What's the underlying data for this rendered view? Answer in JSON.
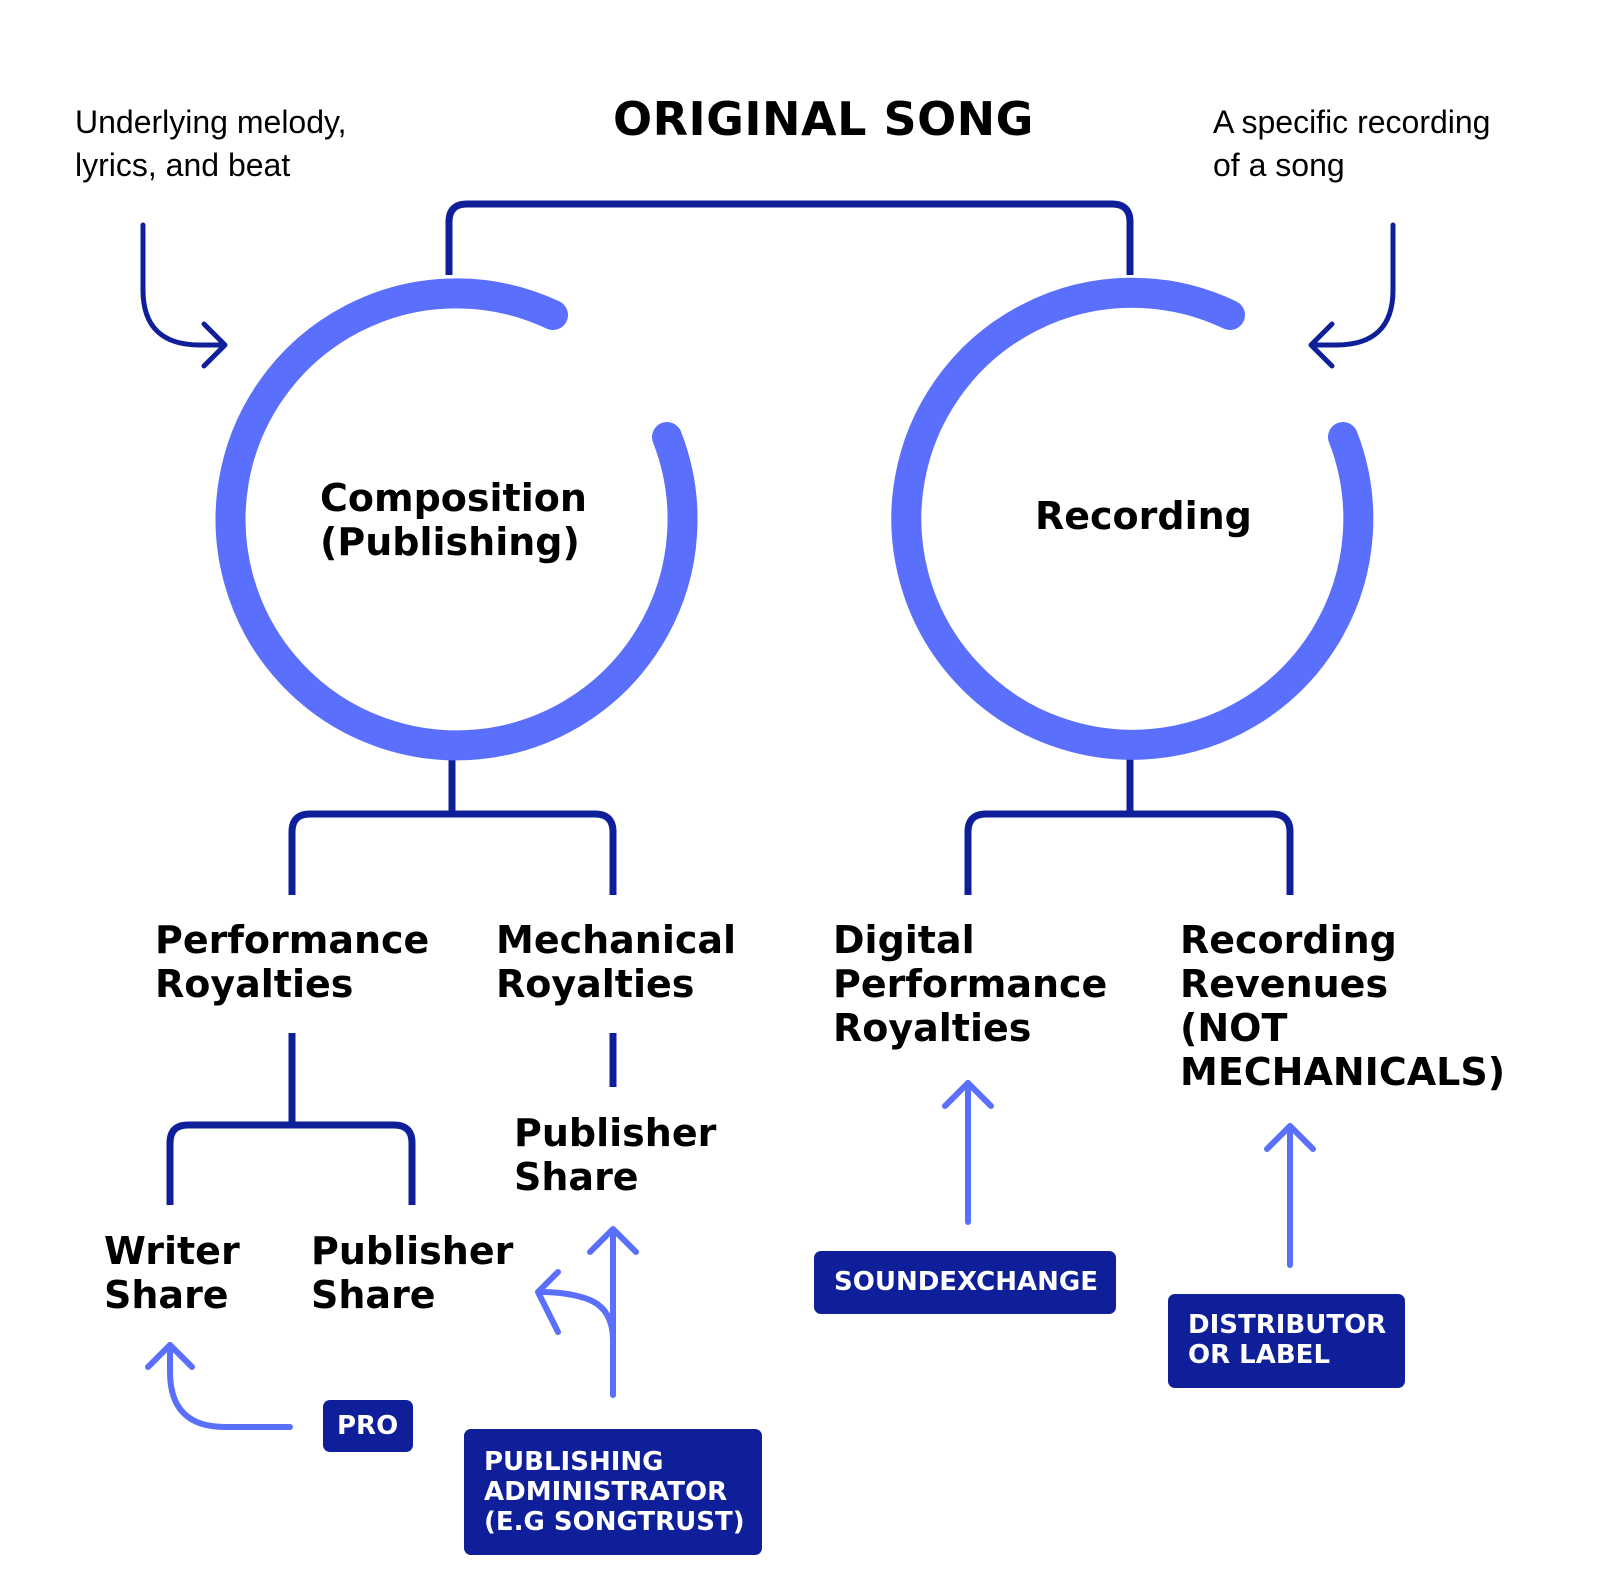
{
  "title": "ORIGINAL SONG",
  "notes": {
    "composition_note": "Underlying melody,\nlyrics, and beat",
    "recording_note": "A specific recording\nof a song"
  },
  "nodes": {
    "composition": "Composition\n(Publishing)",
    "recording": "Recording",
    "performance_royalties": "Performance\nRoyalties",
    "mechanical_royalties": "Mechanical\nRoyalties",
    "digital_performance_royalties": "Digital\nPerformance\nRoyalties",
    "recording_revenues": "Recording\nRevenues\n(NOT\nMECHANICALS)",
    "writer_share": "Writer\nShare",
    "publisher_share_performance": "Publisher\nShare",
    "publisher_share_mechanical": "Publisher\nShare"
  },
  "collectors": {
    "pro": "PRO",
    "publishing_administrator": "PUBLISHING\nADMINISTRATOR\n(E.G SONGTRUST)",
    "soundexchange": "SOUNDEXCHANGE",
    "distributor": "DISTRIBUTOR\nOR LABEL"
  },
  "colors": {
    "dark_blue": "#0f1f9a",
    "light_blue": "#5b6ffd",
    "text": "#000000"
  }
}
